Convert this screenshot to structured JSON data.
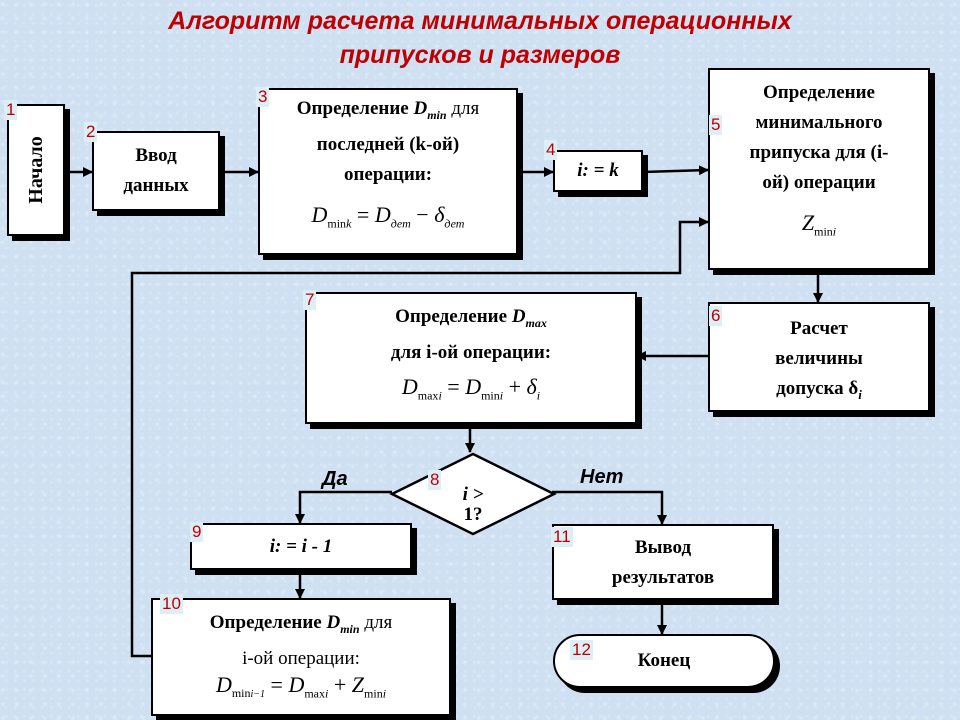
{
  "title": {
    "line1": "Алгоритм расчета минимальных операционных",
    "line2": "припусков и размеров"
  },
  "blocks": {
    "b1": {
      "num": "1",
      "text": "Начало"
    },
    "b2": {
      "num": "2",
      "line1": "Ввод",
      "line2": "данных"
    },
    "b3": {
      "num": "3",
      "line1a": "Определение ",
      "line1var": "D",
      "line1sub": "min",
      "line1b": " для",
      "line2": "последней (k-ой)",
      "line3": "операции:"
    },
    "b4": {
      "num": "4",
      "text": "i: = k"
    },
    "b5": {
      "num": "5",
      "line1": "Определение",
      "line2": "минимального",
      "line3": "припуска для (i-",
      "line4": "ой) операции"
    },
    "b6": {
      "num": "6",
      "line1": "Расчет",
      "line2": "величины",
      "line3": "допуска δ",
      "line3sub": "i"
    },
    "b7": {
      "num": "7",
      "line1a": "Определение ",
      "line1var": "D",
      "line1sub": "max",
      "line2": "для i-ой операции:"
    },
    "b8": {
      "num": "8",
      "line1": "i >",
      "line2": "1?"
    },
    "b9": {
      "num": "9",
      "text": "i: = i - 1"
    },
    "b10": {
      "num": "10",
      "line1a": "Определение ",
      "line1var": "D",
      "line1sub": "min",
      "line1b": " для",
      "line2": "i-ой операции:"
    },
    "b11": {
      "num": "11",
      "line1": "Вывод",
      "line2": "результатов"
    },
    "b12": {
      "num": "12",
      "text": "Конец"
    }
  },
  "branches": {
    "yes": "Да",
    "no": "Нет"
  },
  "formulas": {
    "f3": {
      "lhs": "D",
      "lhs_sub1": "min",
      "lhs_sub2": "k",
      "rhs1": "D",
      "rhs1_sub": "дет",
      "op": "−",
      "rhs2": "δ",
      "rhs2_sub": "дет"
    },
    "f5": {
      "var": "Z",
      "sub1": "min",
      "sub2": "i"
    },
    "f7": {
      "lhs": "D",
      "lhs_sub1": "max",
      "lhs_sub2": "i",
      "rhs1": "D",
      "rhs1_sub1": "min",
      "rhs1_sub2": "i",
      "op": "+",
      "rhs2": "δ",
      "rhs2_sub": "i"
    },
    "f10": {
      "lhs": "D",
      "lhs_sub1": "min",
      "lhs_sub2": "i−1",
      "rhs1": "D",
      "rhs1_sub1": "max",
      "rhs1_sub2": "i",
      "op": "+",
      "rhs2": "Z",
      "rhs2_sub1": "min",
      "rhs2_sub2": "i"
    }
  },
  "colors": {
    "title": "#c00000",
    "number": "#c00000",
    "background": "#cfe0f2"
  }
}
